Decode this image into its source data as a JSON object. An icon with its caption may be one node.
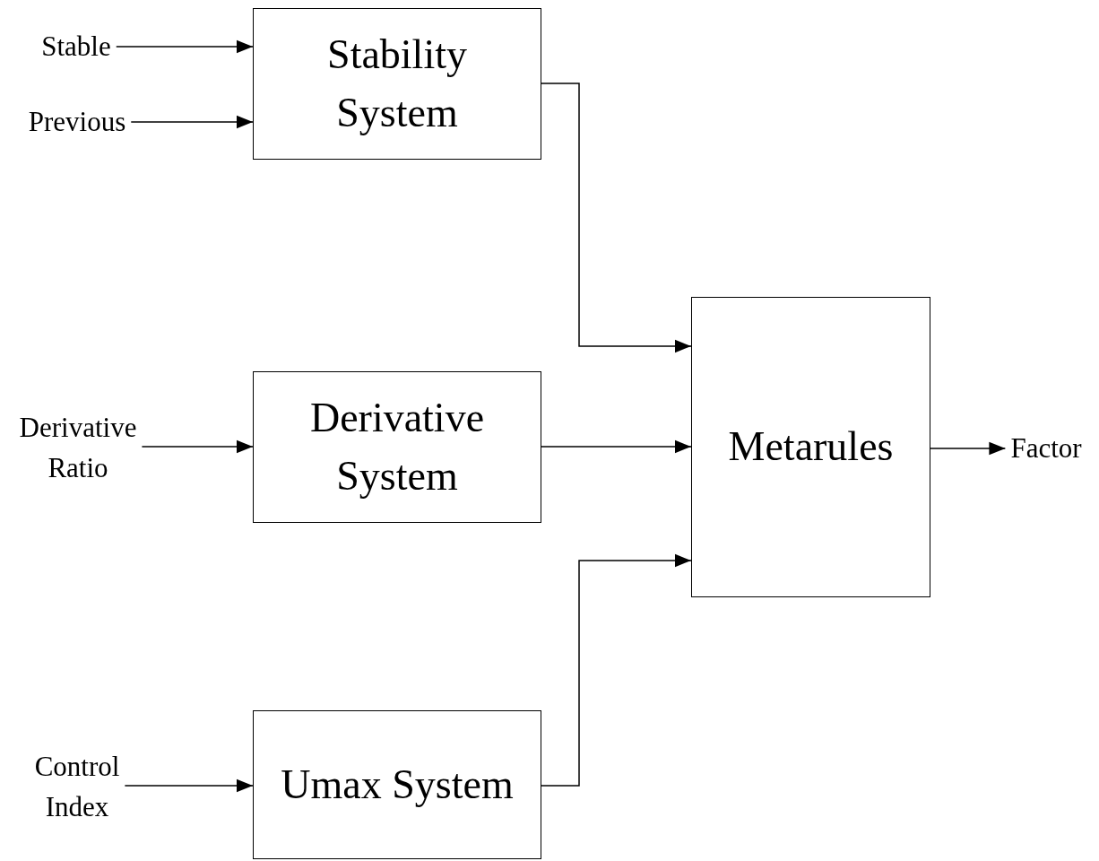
{
  "diagram": {
    "nodes": [
      {
        "text": [
          "Stable"
        ]
      },
      {
        "text": [
          "Previous"
        ]
      },
      {
        "text": [
          "Stability System"
        ]
      },
      {
        "text": [
          "Derivative Ratio"
        ]
      },
      {
        "text": [
          "Derivative System"
        ]
      },
      {
        "text": [
          "Metarules"
        ]
      },
      {
        "text": [
          "Factor"
        ]
      },
      {
        "text": [
          "Control Index"
        ]
      },
      {
        "text": [
          "Umax System"
        ]
      }
    ],
    "edges": [
      {
        "from": 0,
        "to": 2,
        "arrow": "to"
      },
      {
        "from": 1,
        "to": 2,
        "arrow": "to"
      },
      {
        "from": 3,
        "to": 4,
        "arrow": "to"
      },
      {
        "from": 2,
        "to": 5,
        "arrow": "to"
      },
      {
        "from": 4,
        "to": 5,
        "arrow": "to"
      },
      {
        "from": 8,
        "to": 5,
        "arrow": "to"
      },
      {
        "from": 5,
        "to": 6,
        "arrow": "to"
      },
      {
        "from": 7,
        "to": 8,
        "arrow": "to"
      }
    ]
  }
}
